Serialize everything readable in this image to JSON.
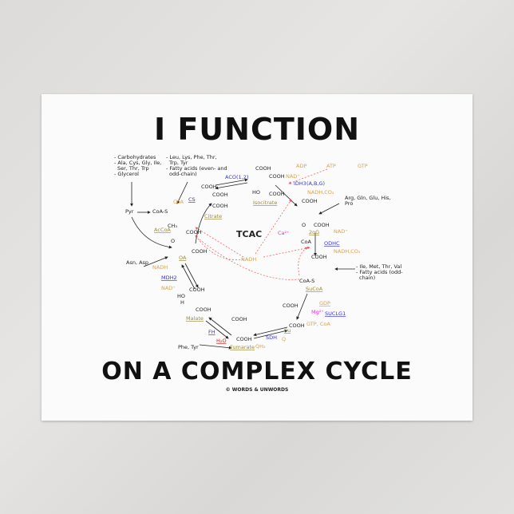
{
  "headline": "I FUNCTION",
  "subheadline": "ON A COMPLEX CYCLE",
  "copyright": "© WORDS & UNWORDS",
  "diagram": {
    "center": "TCAC",
    "inputs_left": [
      "- Carbohydrates",
      "- Ala, Cys, Gly, Ile,",
      "  Ser, Thr, Trp",
      "- Glycerol"
    ],
    "inputs_top": [
      "- Leu, Lys, Phe, Thr,",
      "  Trp, Tyr",
      "- Fatty acids (even- and",
      "  odd-chain)"
    ],
    "inputs_right": [
      "Arg, Gln, Glu, His,",
      "Pro"
    ],
    "inputs_lower_right": [
      "- Ile, Met, Thr, Val",
      "- Fatty acids (odd-",
      "  chain)"
    ],
    "pyr": "Pyr",
    "coa_s": "CoA-S",
    "coa": "CoA",
    "cs": "CS",
    "acoa": "AcCoA",
    "citrate": "Citrate",
    "aco": "ACO(1,2)",
    "isocitrate": "Isocitrate",
    "adp": "ADP",
    "atp": "ATP",
    "gtp": "GTP",
    "nad1": "NAD⁺",
    "idh3": "IDH3(A,B,G)",
    "nadh_co2_1": "NADH,CO₂",
    "ca": "Ca²⁺",
    "og": "2oG",
    "nad2": "NAD⁺",
    "coa2": "CoA",
    "odhc": "ODHC",
    "nadh_co2_2": "NADH,CO₂",
    "nadh_center": "NADH",
    "coa_s2": "CoA-S",
    "sucoa": "SuCoA",
    "gdp": "GDP",
    "mg": "Mg²⁺",
    "suclg1": "SUCLG1",
    "gtp_coa": "GTP, CoA",
    "su": "Su",
    "sdh": "SDH",
    "q": "Q",
    "qh2": "QH₂",
    "fumarate": "Fumarate",
    "fh": "FH",
    "h2o": "H₂O",
    "phe_tyr": "Phe, Tyr",
    "malate": "Malate",
    "mdh2": "MDH2",
    "nadh_mdh": "NADH",
    "nad_mdh": "NAD⁺",
    "oa": "OA",
    "asn_asp": "Asn, Asp",
    "cooh": "COOH",
    "ho": "HO",
    "o": "O",
    "ch3": "CH₃",
    "h": "H"
  },
  "colors": {
    "cofactor": "#d9a24a",
    "enzyme": "#3333dd",
    "ion": "#dd33cc",
    "water": "#cc2222",
    "metabolite": "#9a8a3a",
    "regulation": "#ee6666"
  }
}
